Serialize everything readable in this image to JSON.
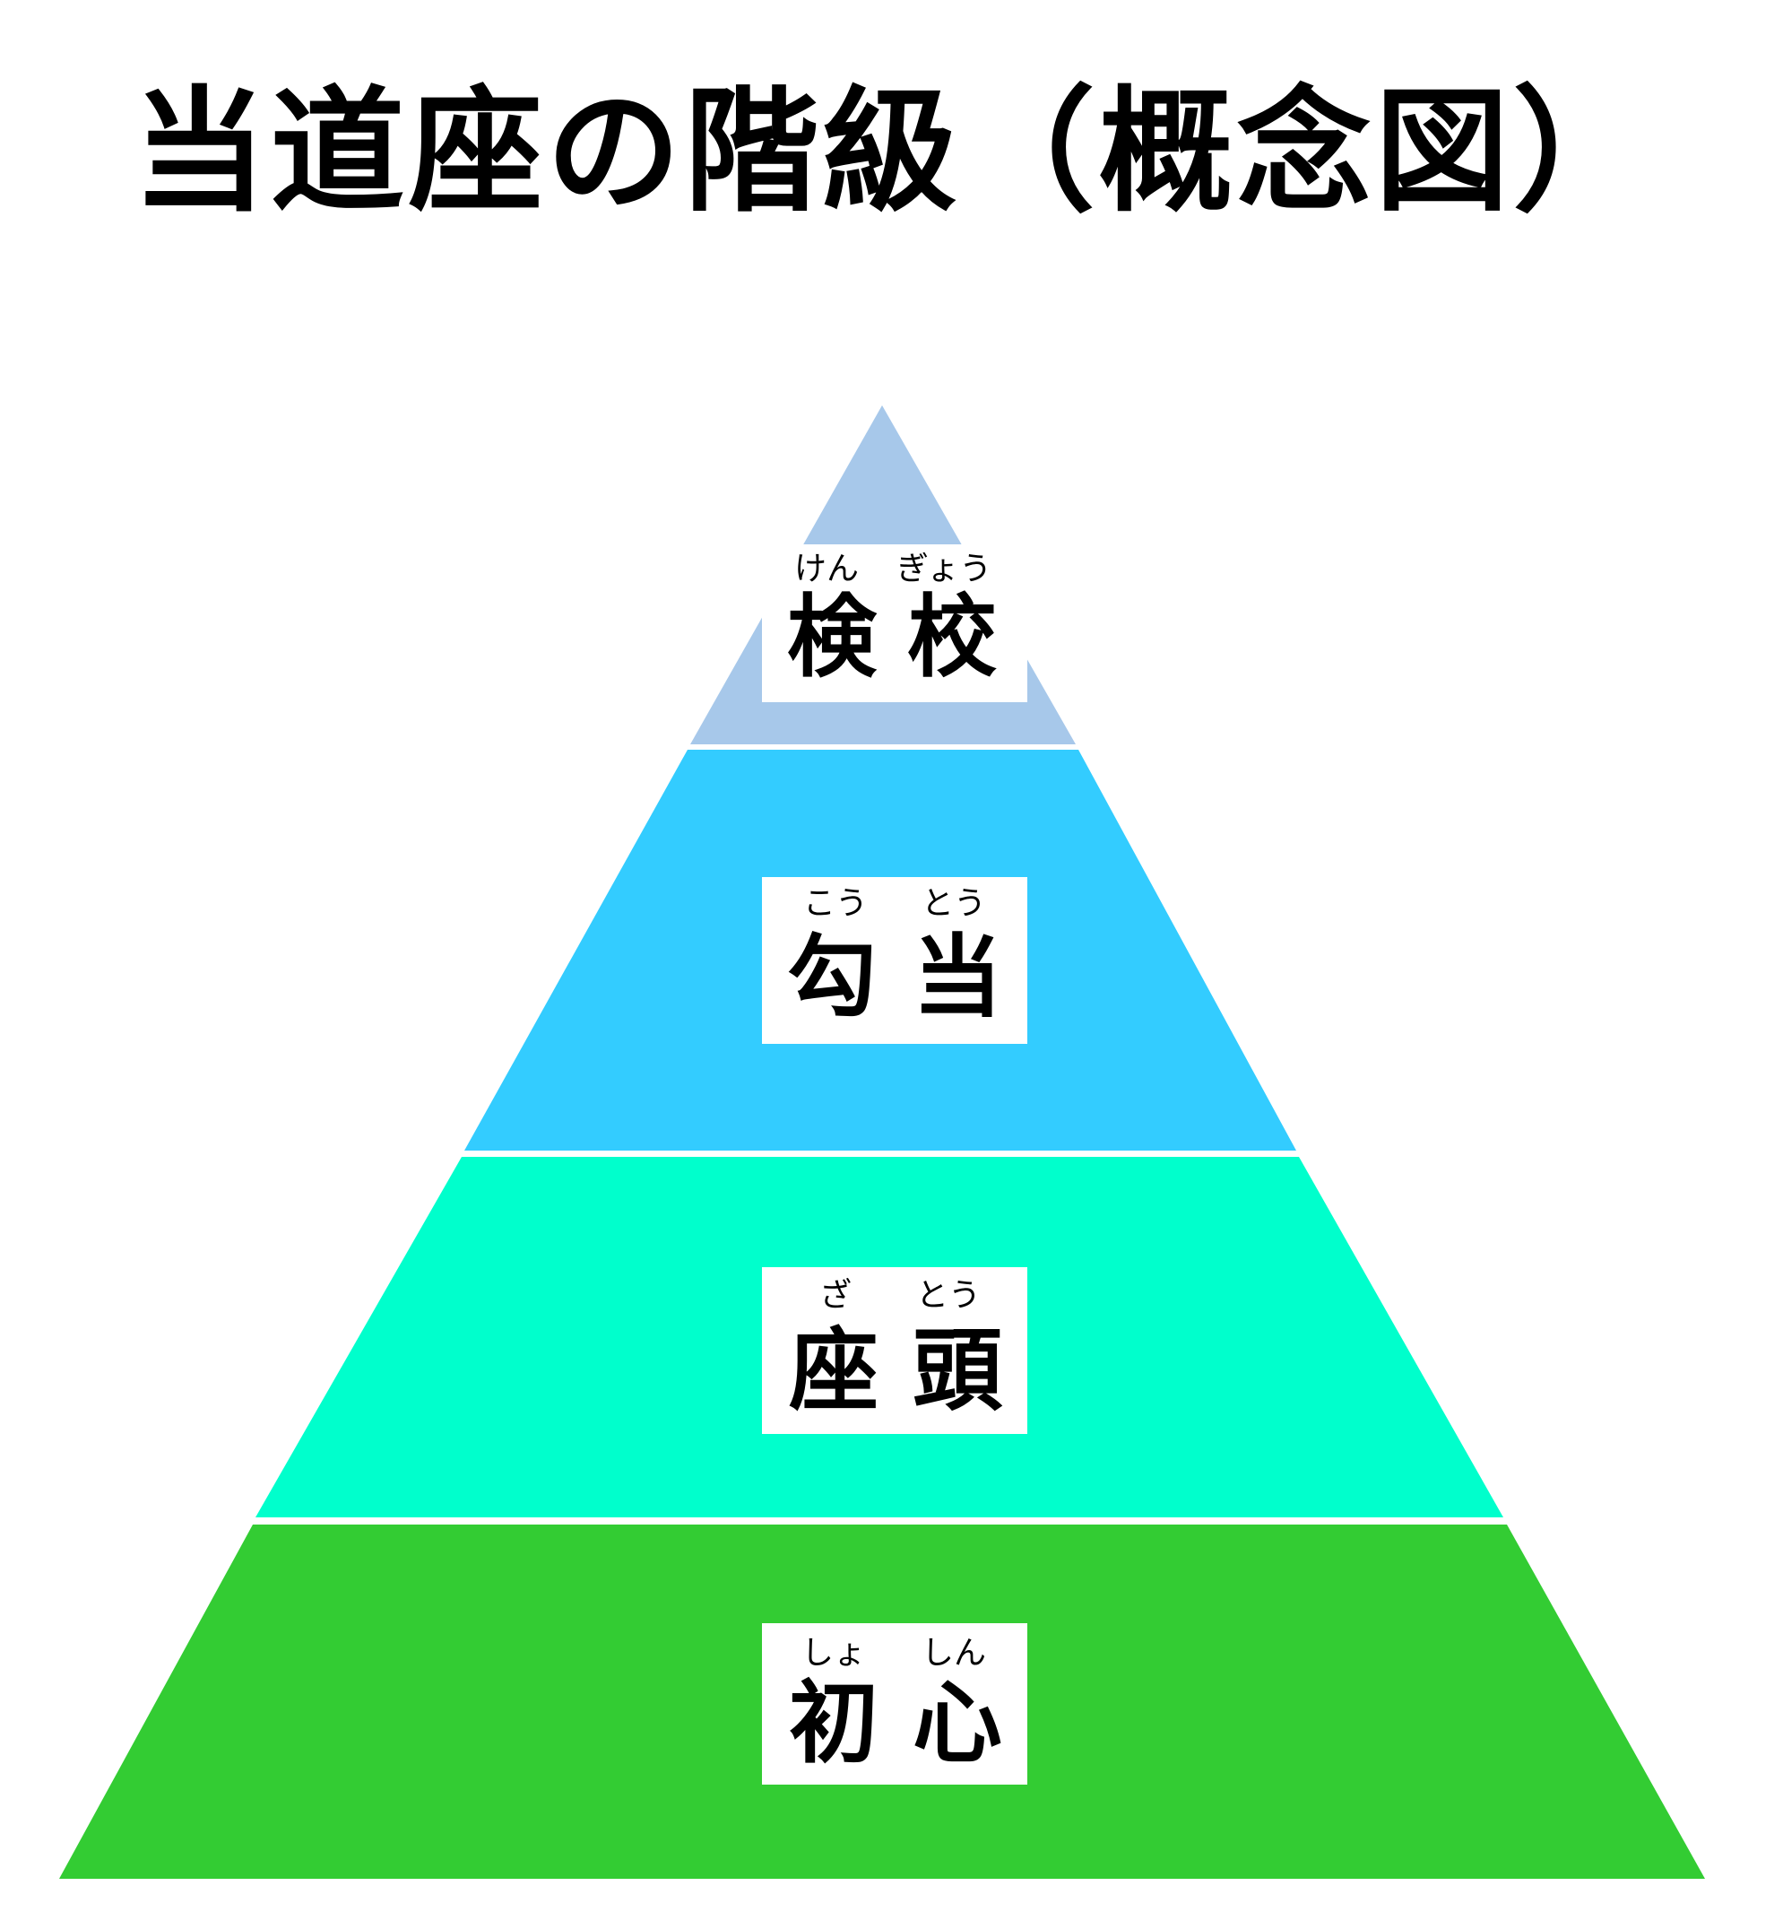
{
  "title": "当道座の階級（概念図）",
  "tiers": [
    {
      "rank": "kengyo",
      "kanji": [
        "検",
        "校"
      ],
      "ruby": [
        "けん",
        "ぎょう"
      ],
      "color": "#A7C8EA"
    },
    {
      "rank": "koto",
      "kanji": [
        "勾",
        "当"
      ],
      "ruby": [
        "こう",
        "とう"
      ],
      "color": "#33CCFF"
    },
    {
      "rank": "zato",
      "kanji": [
        "座",
        "頭"
      ],
      "ruby": [
        "ざ",
        "とう"
      ],
      "color": "#00FFCC"
    },
    {
      "rank": "shoshin",
      "kanji": [
        "初",
        "心"
      ],
      "ruby": [
        "しょ",
        "しん"
      ],
      "color": "#33CC33"
    }
  ]
}
